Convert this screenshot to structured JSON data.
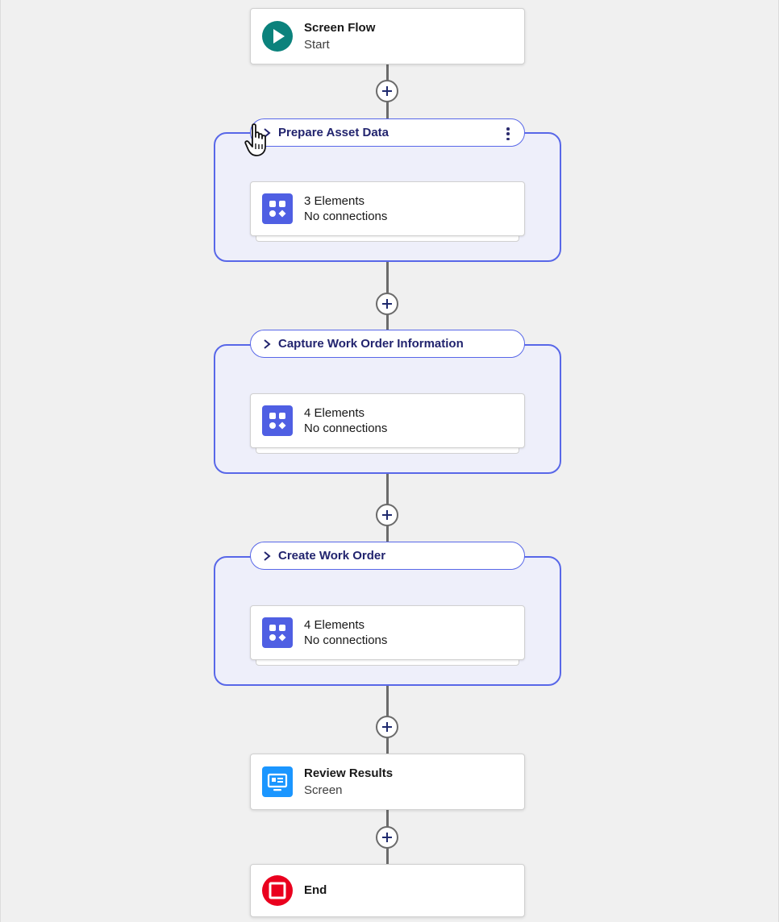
{
  "start_node": {
    "title": "Screen Flow",
    "subtitle": "Start",
    "icon": "play-icon",
    "color": "#0b827c"
  },
  "stages": [
    {
      "label": "Prepare Asset Data",
      "has_menu": true,
      "elements": "3 Elements",
      "connections": "No connections",
      "icon": "stage-elements-icon"
    },
    {
      "label": "Capture Work Order Information",
      "has_menu": false,
      "elements": "4 Elements",
      "connections": "No connections",
      "icon": "stage-elements-icon"
    },
    {
      "label": "Create Work Order",
      "has_menu": false,
      "elements": "4 Elements",
      "connections": "No connections",
      "icon": "stage-elements-icon"
    }
  ],
  "screen_node": {
    "title": "Review Results",
    "subtitle": "Screen",
    "icon": "screen-icon",
    "color": "#1b96ff"
  },
  "end_node": {
    "title": "End",
    "icon": "stop-icon",
    "color": "#ea001e"
  },
  "colors": {
    "stage_border": "#5867e8",
    "stage_fill": "#eeeffa",
    "element_icon": "#4f5fe3",
    "connector": "#6b6b6b"
  }
}
